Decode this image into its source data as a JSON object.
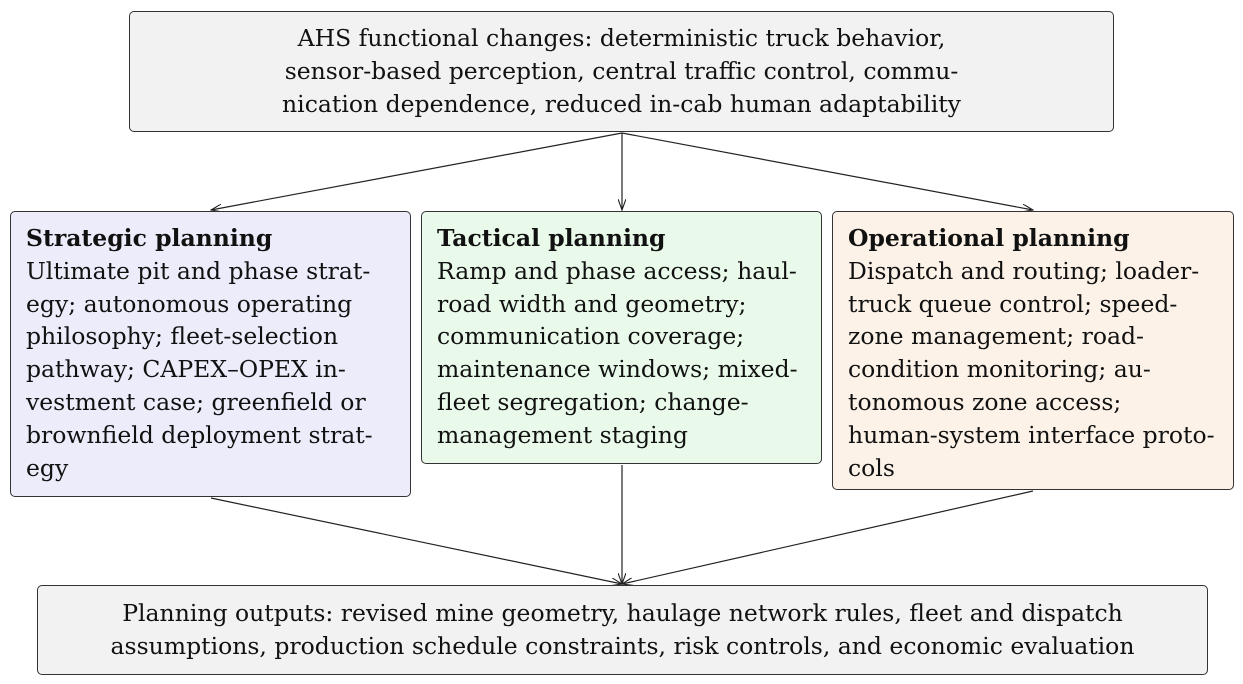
{
  "top": {
    "lines": [
      "AHS functional changes: deterministic truck behavior,",
      "sensor-based perception, central traffic control, commu-",
      "nication dependence, reduced in-cab human adaptability"
    ]
  },
  "strategic": {
    "title": "Strategic planning",
    "lines": [
      "Ultimate pit and phase strat-",
      "egy; autonomous operating",
      "philosophy; fleet-selection",
      "pathway; CAPEX–OPEX in-",
      "vestment case; greenfield or",
      "brownfield deployment strat-",
      "egy"
    ]
  },
  "tactical": {
    "title": "Tactical planning",
    "lines": [
      "Ramp and phase access; haul-",
      "road width and geometry;",
      "communication coverage;",
      "maintenance windows; mixed-",
      "fleet segregation; change-",
      "management staging"
    ]
  },
  "operational": {
    "title": "Operational planning",
    "lines": [
      "Dispatch and routing; loader-",
      "truck queue control; speed-",
      "zone management; road-",
      "condition monitoring; au-",
      "tonomous zone access;",
      "human-system interface proto-",
      "cols"
    ]
  },
  "bottom": {
    "lines": [
      "Planning outputs: revised mine geometry, haulage network rules, fleet and dispatch",
      "assumptions, production schedule constraints, risk controls, and economic evaluation"
    ]
  },
  "colors": {
    "neutral_fill": "#f2f2f2",
    "strategic_fill": "#ececfb",
    "tactical_fill": "#e9faeb",
    "operational_fill": "#fcf2e8",
    "border": "#333333"
  }
}
